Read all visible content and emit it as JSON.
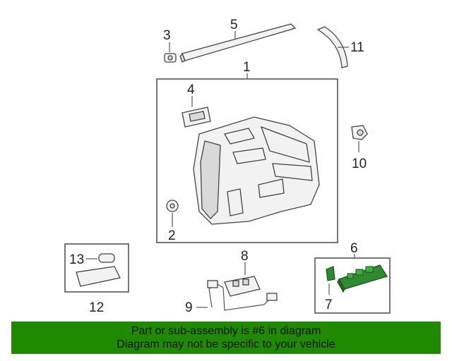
{
  "callouts": {
    "c1": "1",
    "c2": "2",
    "c3": "3",
    "c4": "4",
    "c5": "5",
    "c6": "6",
    "c7": "7",
    "c8": "8",
    "c9": "9",
    "c10": "10",
    "c11": "11",
    "c12": "12",
    "c13": "13"
  },
  "banner": {
    "line1": "Part or sub-assembly is #6 in diagram",
    "line2": "Diagram may not be specific to your vehicle"
  },
  "colors": {
    "banner_bg": "#1f8a00",
    "highlight_part": "#2e8b2e"
  }
}
